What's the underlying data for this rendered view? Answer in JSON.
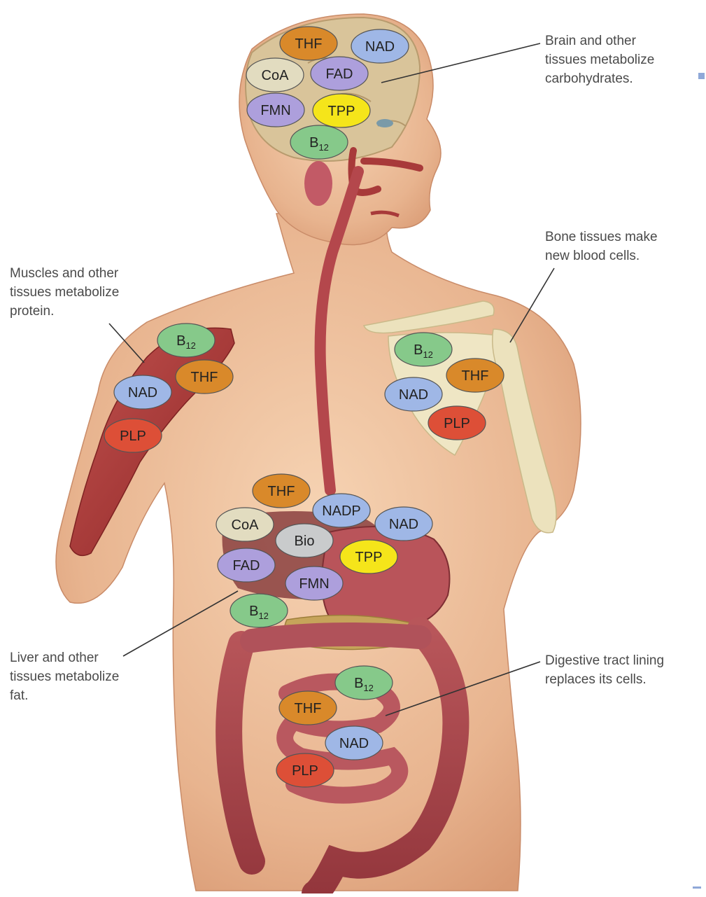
{
  "colors": {
    "orange": "#d9892a",
    "blue": "#9fb7e6",
    "green": "#86c98a",
    "purple": "#ad9fdc",
    "yellow": "#f5e51a",
    "red": "#dd4f37",
    "beige": "#e2dcc0",
    "gray": "#c9cbcc"
  },
  "captions": {
    "brain": {
      "lines": [
        "Brain and other",
        "tissues metabolize",
        "carbohydrates."
      ]
    },
    "bone": {
      "lines": [
        "Bone tissues make",
        "new blood cells."
      ]
    },
    "muscle": {
      "lines": [
        "Muscles and other",
        "tissues metabolize",
        "protein."
      ]
    },
    "liver": {
      "lines": [
        "Liver and other",
        "tissues metabolize",
        "fat."
      ]
    },
    "digestive": {
      "lines": [
        "Digestive tract lining",
        "replaces its cells."
      ]
    }
  },
  "groups": {
    "brain": [
      {
        "label": "THF",
        "color": "orange"
      },
      {
        "label": "NAD",
        "color": "blue"
      },
      {
        "label": "CoA",
        "color": "beige"
      },
      {
        "label": "FAD",
        "color": "purple"
      },
      {
        "label": "FMN",
        "color": "purple"
      },
      {
        "label": "TPP",
        "color": "yellow"
      },
      {
        "label": "B",
        "sub": "12",
        "color": "green"
      }
    ],
    "muscle": [
      {
        "label": "B",
        "sub": "12",
        "color": "green"
      },
      {
        "label": "THF",
        "color": "orange"
      },
      {
        "label": "NAD",
        "color": "blue"
      },
      {
        "label": "PLP",
        "color": "red"
      }
    ],
    "bone": [
      {
        "label": "B",
        "sub": "12",
        "color": "green"
      },
      {
        "label": "THF",
        "color": "orange"
      },
      {
        "label": "NAD",
        "color": "blue"
      },
      {
        "label": "PLP",
        "color": "red"
      }
    ],
    "liver": [
      {
        "label": "THF",
        "color": "orange"
      },
      {
        "label": "NADP",
        "color": "blue"
      },
      {
        "label": "CoA",
        "color": "beige"
      },
      {
        "label": "NAD",
        "color": "blue"
      },
      {
        "label": "Bio",
        "color": "gray"
      },
      {
        "label": "TPP",
        "color": "yellow"
      },
      {
        "label": "FAD",
        "color": "purple"
      },
      {
        "label": "FMN",
        "color": "purple"
      },
      {
        "label": "B",
        "sub": "12",
        "color": "green"
      }
    ],
    "digestive": [
      {
        "label": "B",
        "sub": "12",
        "color": "green"
      },
      {
        "label": "THF",
        "color": "orange"
      },
      {
        "label": "NAD",
        "color": "blue"
      },
      {
        "label": "PLP",
        "color": "red"
      }
    ]
  }
}
